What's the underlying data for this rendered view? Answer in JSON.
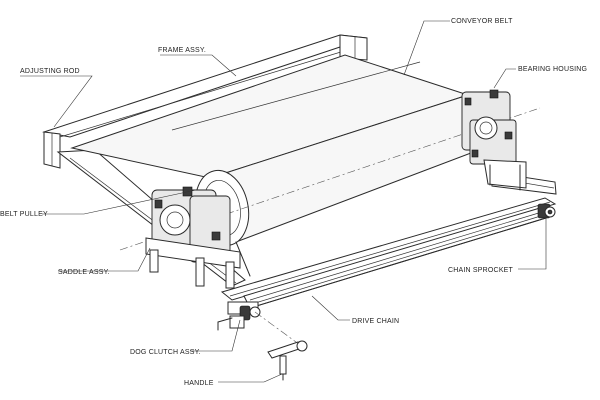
{
  "labels": {
    "conveyor_belt": "CONVEYOR BELT",
    "frame_assy": "FRAME ASSY.",
    "adjusting_rod": "ADJUSTING ROD",
    "bearing_housing": "BEARING HOUSING",
    "belt_pulley": "BELT PULLEY",
    "saddle_assy": "SADDLE ASSY.",
    "chain_sprocket": "CHAIN SPROCKET",
    "drive_chain": "DRIVE CHAIN",
    "dog_clutch_assy": "DOG CLUTCH ASSY.",
    "handle": "HANDLE"
  }
}
